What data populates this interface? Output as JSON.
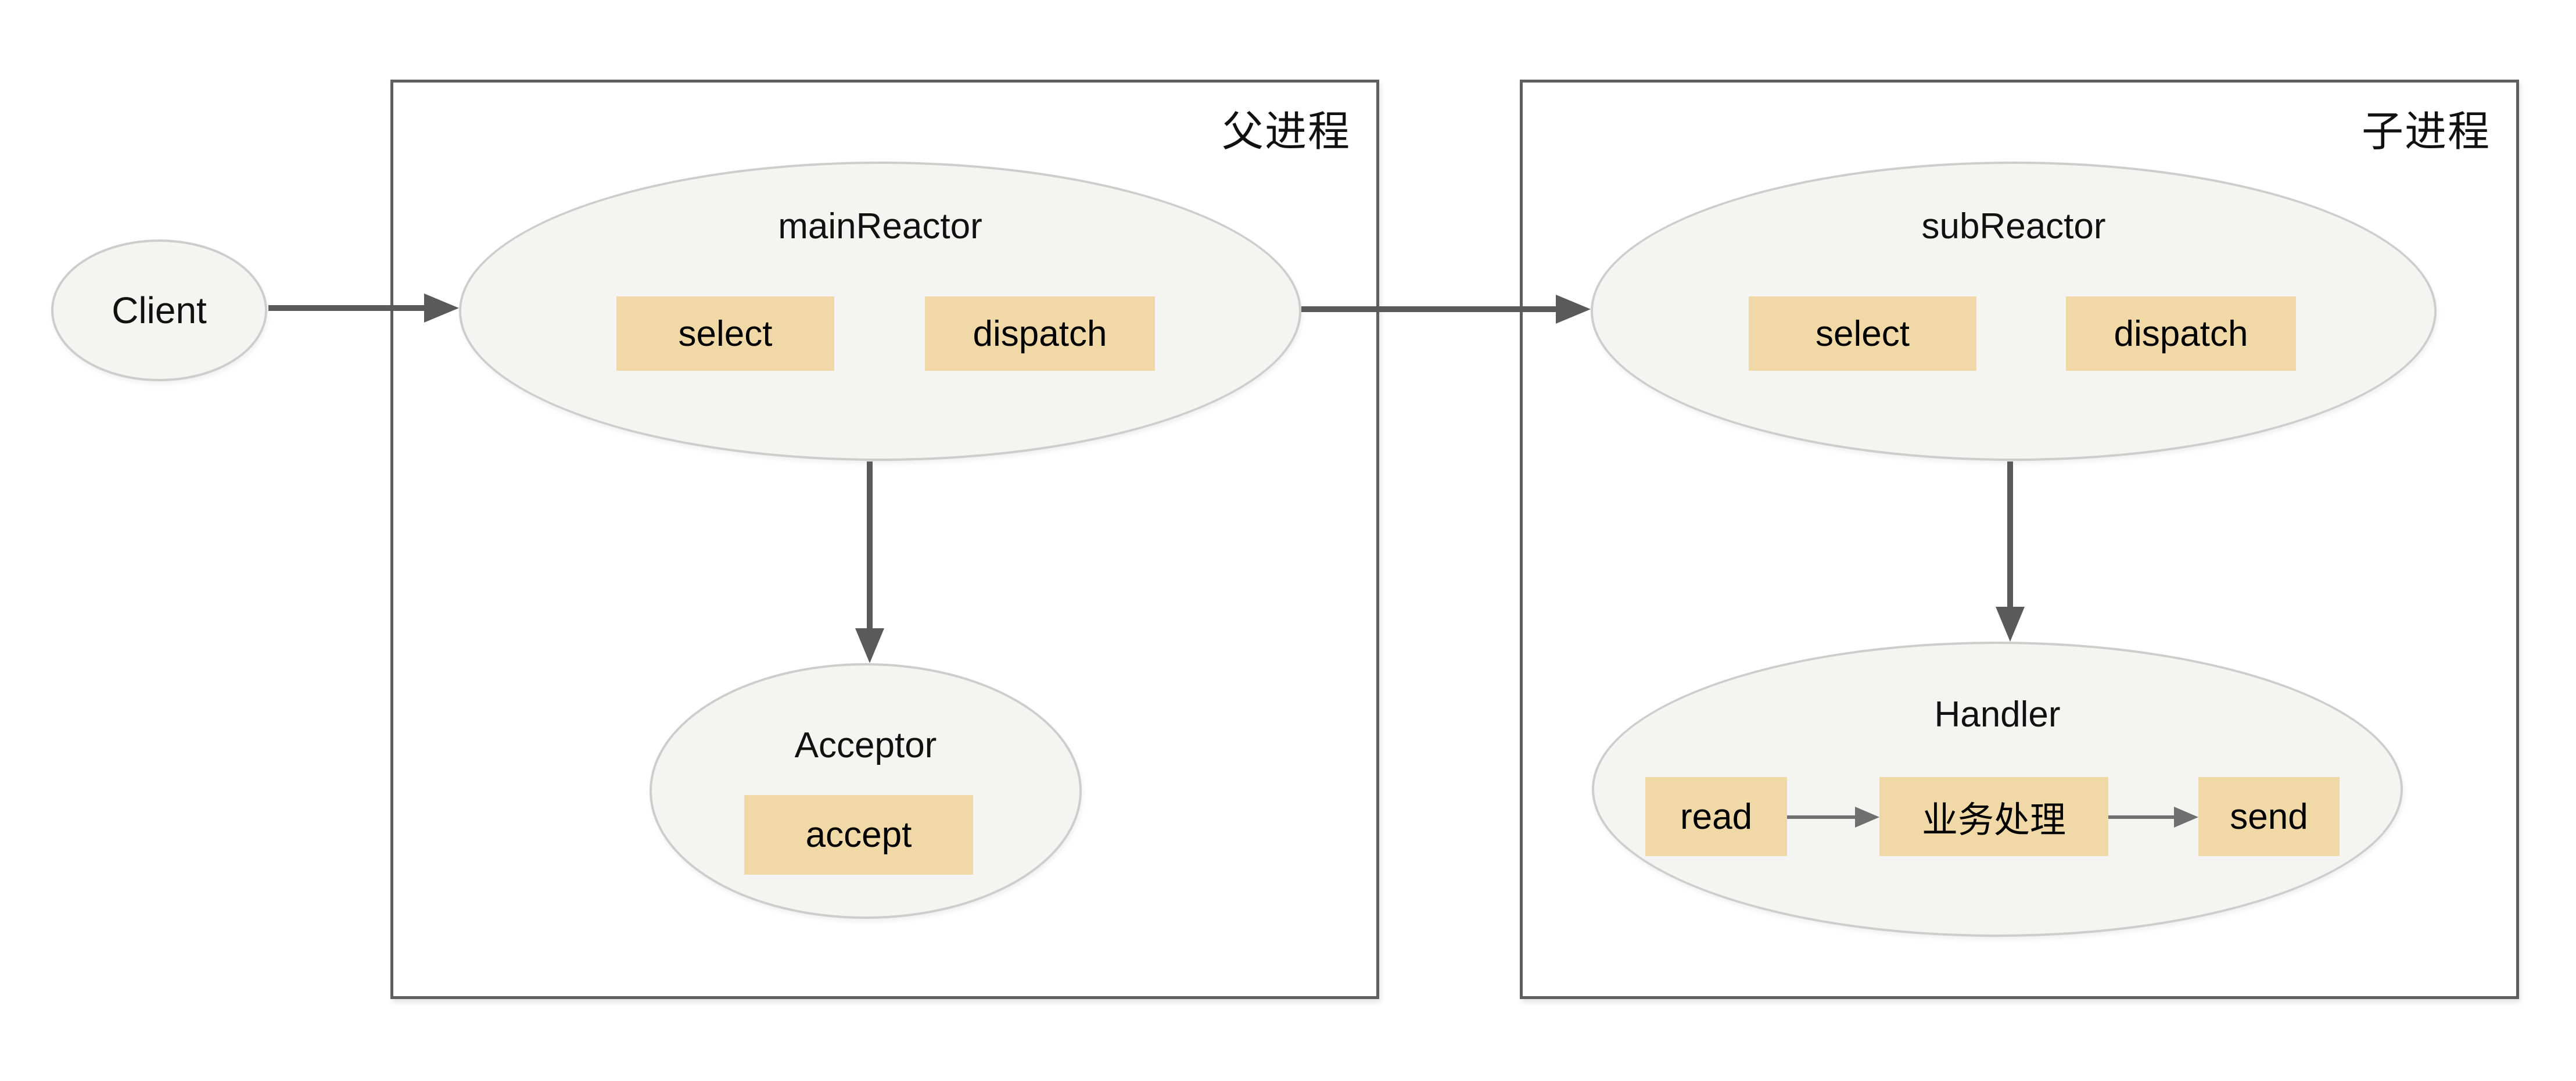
{
  "diagram": {
    "client": {
      "label": "Client"
    },
    "parent_box": {
      "label": "父进程",
      "main_reactor": {
        "title": "mainReactor",
        "select_label": "select",
        "dispatch_label": "dispatch"
      },
      "acceptor": {
        "title": "Acceptor",
        "accept_label": "accept"
      }
    },
    "child_box": {
      "label": "子进程",
      "sub_reactor": {
        "title": "subReactor",
        "select_label": "select",
        "dispatch_label": "dispatch"
      },
      "handler": {
        "title": "Handler",
        "read_label": "read",
        "process_label": "业务处理",
        "send_label": "send"
      }
    },
    "colors": {
      "background": "#ffffff",
      "frame_border": "#5f5f5f",
      "ellipse_fill": "#f4f4f2",
      "ellipse_border": "#cdcdcd",
      "op_box_fill": "#f1d9a7",
      "arrow_thick": "#5a5a5a",
      "arrow_thin": "#6f6f6f",
      "text": "#111111"
    }
  }
}
